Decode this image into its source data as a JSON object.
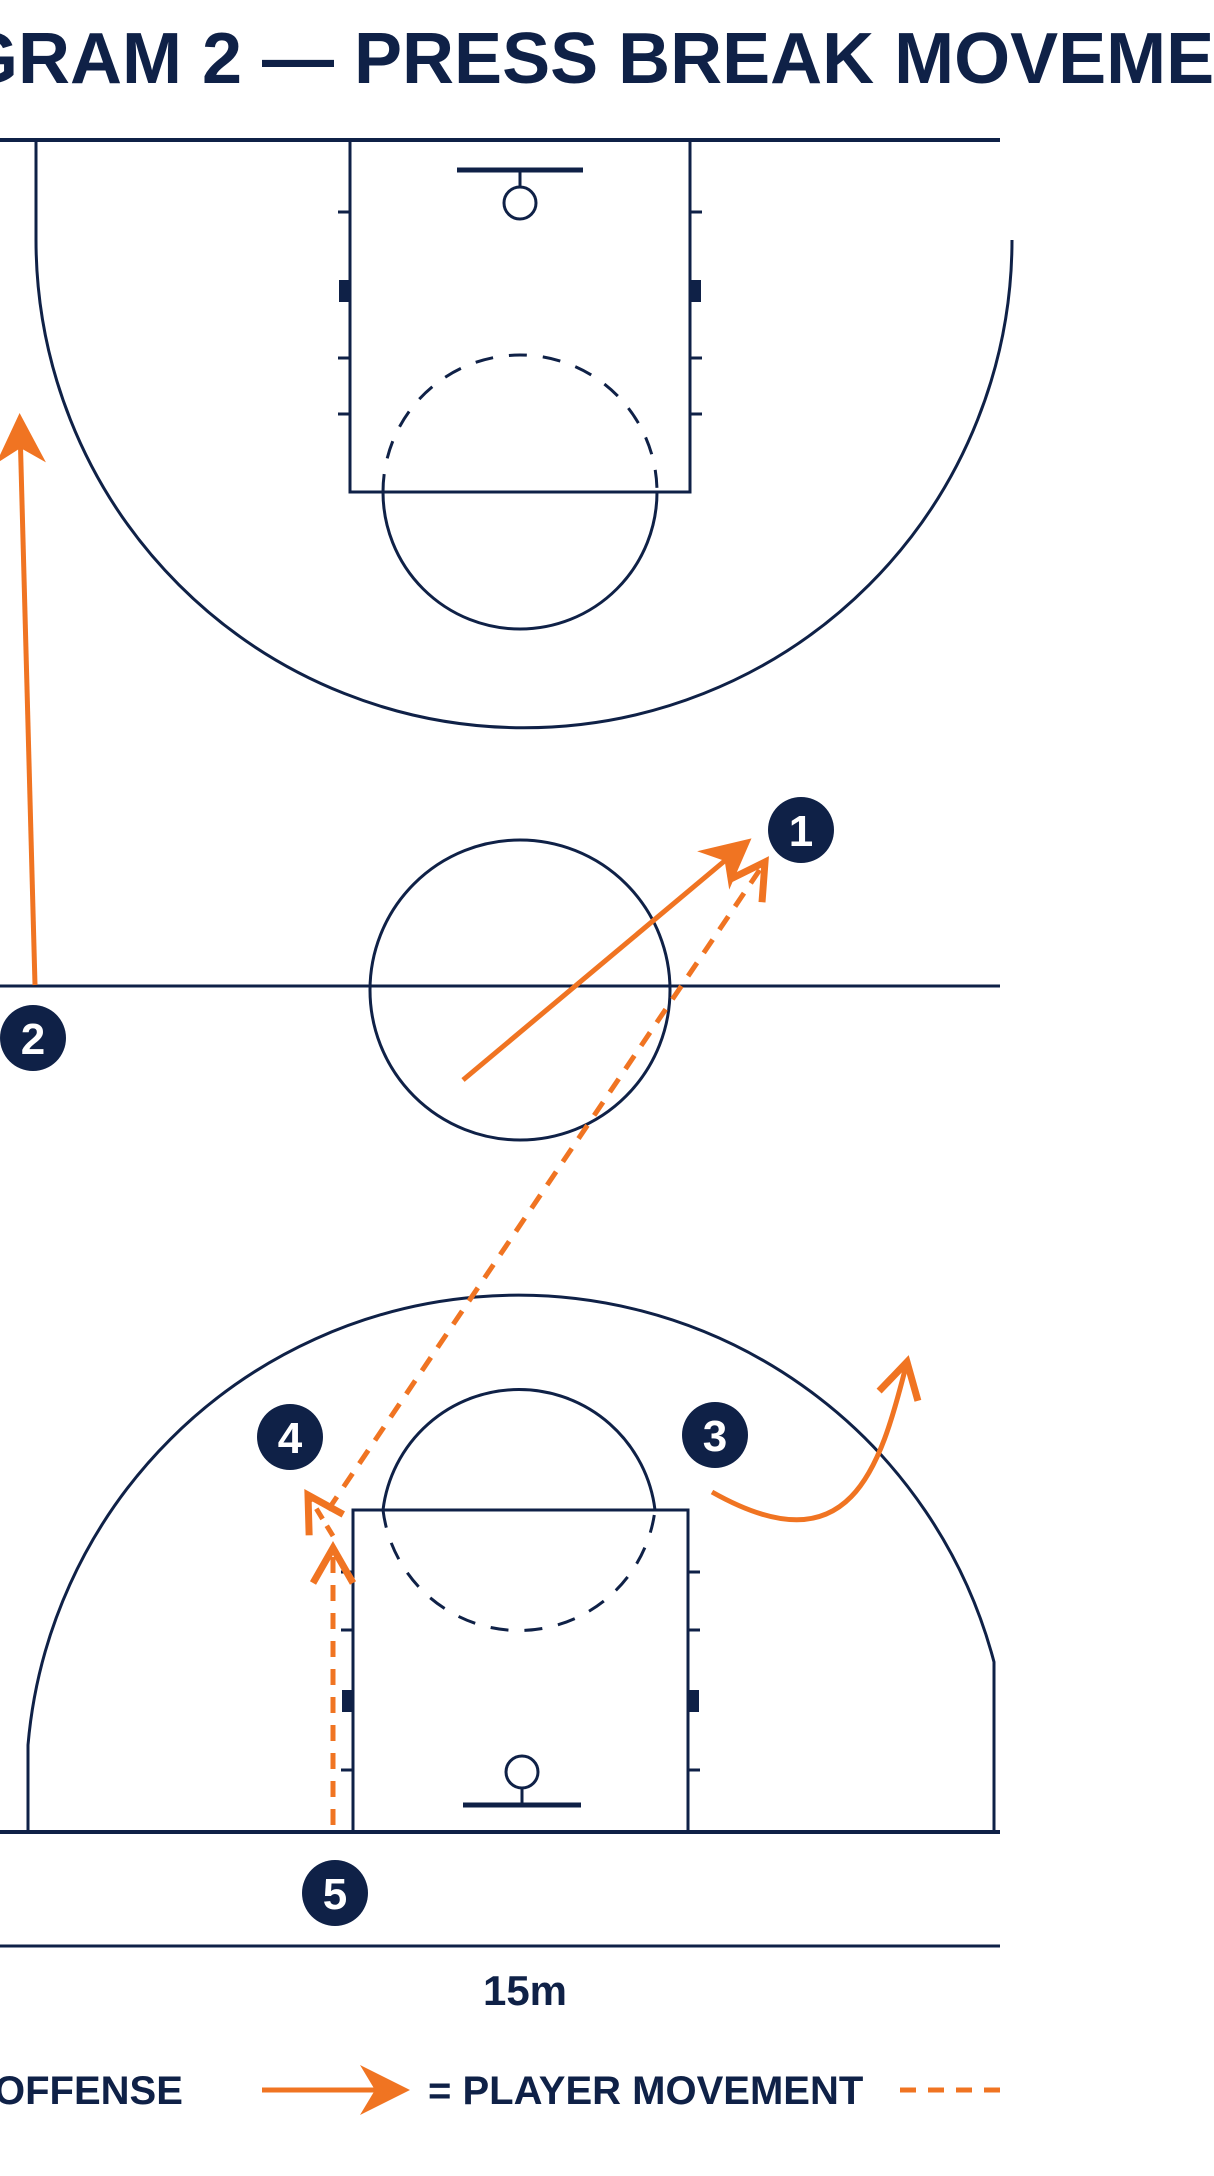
{
  "title": "GRAM 2 — PRESS BREAK MOVEME",
  "dimension_label": "15m",
  "players": [
    {
      "number": "1"
    },
    {
      "number": "2"
    },
    {
      "number": "3"
    },
    {
      "number": "4"
    },
    {
      "number": "5"
    }
  ],
  "legend": {
    "offense_label": "OFFENSE",
    "movement_label": "= PLAYER MOVEMENT"
  },
  "colors": {
    "line": "#0f2147",
    "movement": "#f07422",
    "player_fill": "#0f2147",
    "background": "#ffffff"
  }
}
